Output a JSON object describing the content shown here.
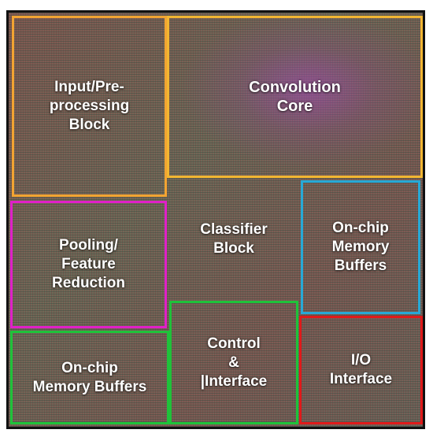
{
  "blocks": {
    "input_preprocessing": {
      "label": "Input/Pre-\nprocessing\nBlock",
      "border_color": "#f2a432"
    },
    "convolution_core": {
      "label": "Convolution\nCore",
      "border_color": "#f2b632"
    },
    "classifier": {
      "label": "Classifier\nBlock"
    },
    "onchip_memory_right": {
      "label": "On-chip\nMemory\nBuffers",
      "border_color": "#27a9d6"
    },
    "pooling": {
      "label": "Pooling/\nFeature\nReduction",
      "border_color": "#e020c8"
    },
    "onchip_memory_left": {
      "label": "On-chip\nMemory Buffers",
      "border_color": "#1fc23a"
    },
    "control_interface": {
      "label": "Control\n&\n|Interface",
      "border_color": "#1fc23a"
    },
    "io_interface": {
      "label": "I/O\nInterface",
      "border_color": "#e01a1a"
    }
  },
  "chip": {
    "border_color": "#111111"
  }
}
